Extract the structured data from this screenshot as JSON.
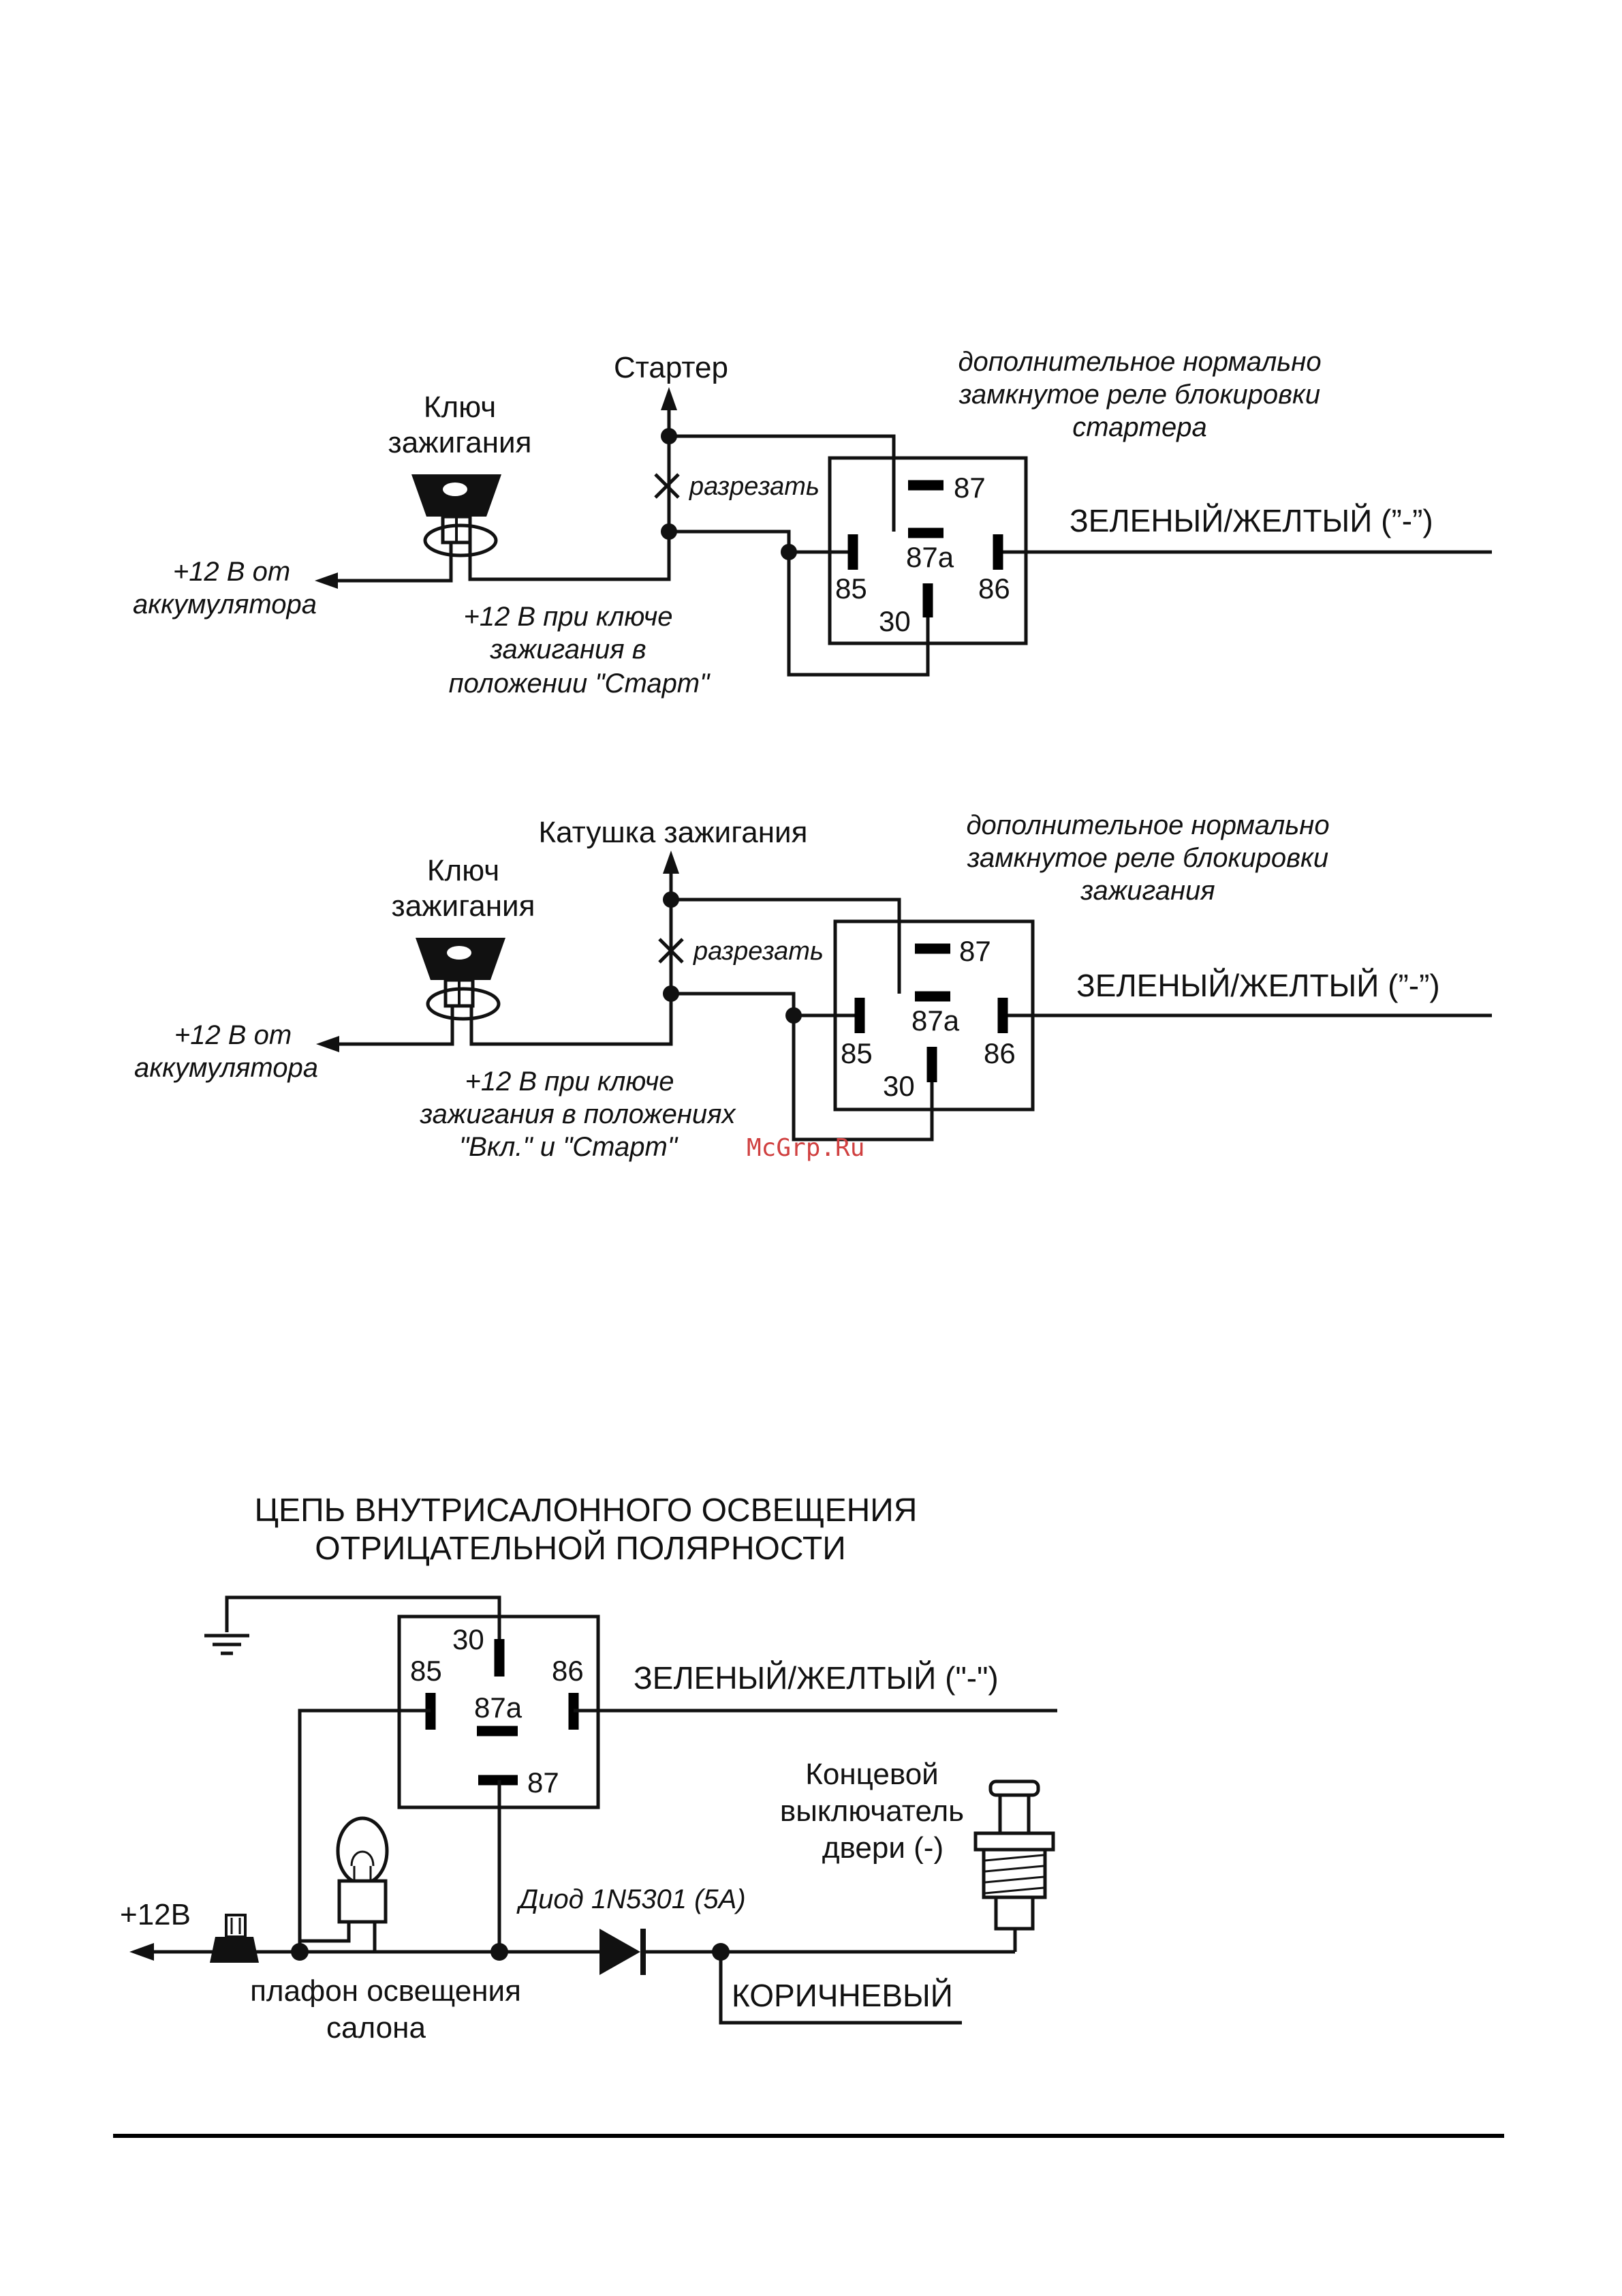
{
  "diagram1": {
    "starter_label": "Стартер",
    "key_label": [
      "Ключ",
      "зажигания"
    ],
    "relay_note": [
      "дополнительное нормально",
      "замкнутое реле блокировки",
      "стартера"
    ],
    "cut_label": "разрезать",
    "battery_label": [
      "+12 В от",
      "аккумулятора"
    ],
    "key_position_note": [
      "+12 В при ключе",
      "зажигания в",
      "положении \"Старт\""
    ],
    "wire_label": "ЗЕЛЕНЫЙ/ЖЕЛТЫЙ (”-”)",
    "pins": {
      "p87": "87",
      "p87a": "87a",
      "p85": "85",
      "p86": "86",
      "p30": "30"
    }
  },
  "diagram2": {
    "coil_label": "Катушка зажигания",
    "key_label": [
      "Ключ",
      "зажигания"
    ],
    "relay_note": [
      "дополнительное нормально",
      "замкнутое реле блокировки",
      "зажигания"
    ],
    "cut_label": "разрезать",
    "battery_label": [
      "+12 В от",
      "аккумулятора"
    ],
    "key_position_note": [
      "+12 В при ключе",
      "зажигания в положениях",
      "\"Вкл.\" и \"Старт\""
    ],
    "wire_label": "ЗЕЛЕНЫЙ/ЖЕЛТЫЙ (”-”)",
    "pins": {
      "p87": "87",
      "p87a": "87a",
      "p85": "85",
      "p86": "86",
      "p30": "30"
    }
  },
  "watermark": "McGrp.Ru",
  "diagram3": {
    "title": [
      "ЦЕПЬ ВНУТРИСАЛОННОГО ОСВЕЩЕНИЯ",
      "ОТРИЦАТЕЛЬНОЙ ПОЛЯРНОСТИ"
    ],
    "wire_label": "ЗЕЛЕНЫЙ/ЖЕЛТЫЙ (\"-\")",
    "pins": {
      "p30": "30",
      "p85": "85",
      "p86": "86",
      "p87a": "87a",
      "p87": "87"
    },
    "supply_label": "+12В",
    "diode_label": "Диод 1N5301 (5А)",
    "switch_label": [
      "Концевой",
      "выключатель",
      "двери (-)"
    ],
    "lamp_label": [
      "плафон освещения",
      "салона"
    ],
    "brown_label": "КОРИЧНЕВЫЙ"
  }
}
